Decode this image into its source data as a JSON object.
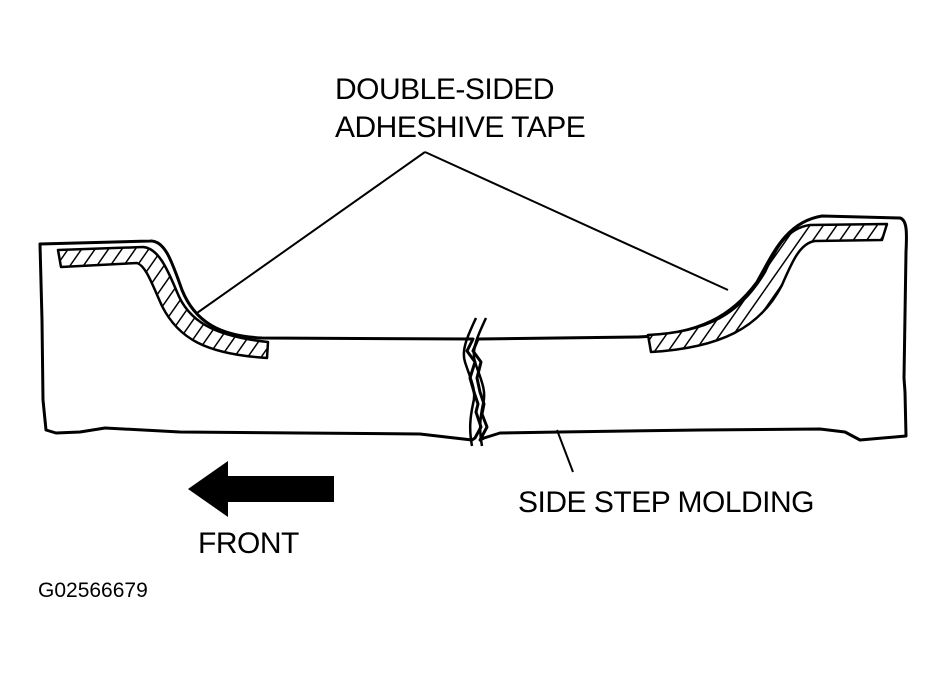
{
  "labels": {
    "tape_line1": "DOUBLE-SIDED",
    "tape_line2": "ADHESHIVE TAPE",
    "molding": "SIDE STEP MOLDING",
    "front": "FRONT",
    "figure_code": "G02566679"
  },
  "icons": {
    "direction": "arrow-left-icon",
    "break": "break-mark-icon"
  },
  "colors": {
    "ink": "#000000",
    "paper": "#ffffff"
  }
}
